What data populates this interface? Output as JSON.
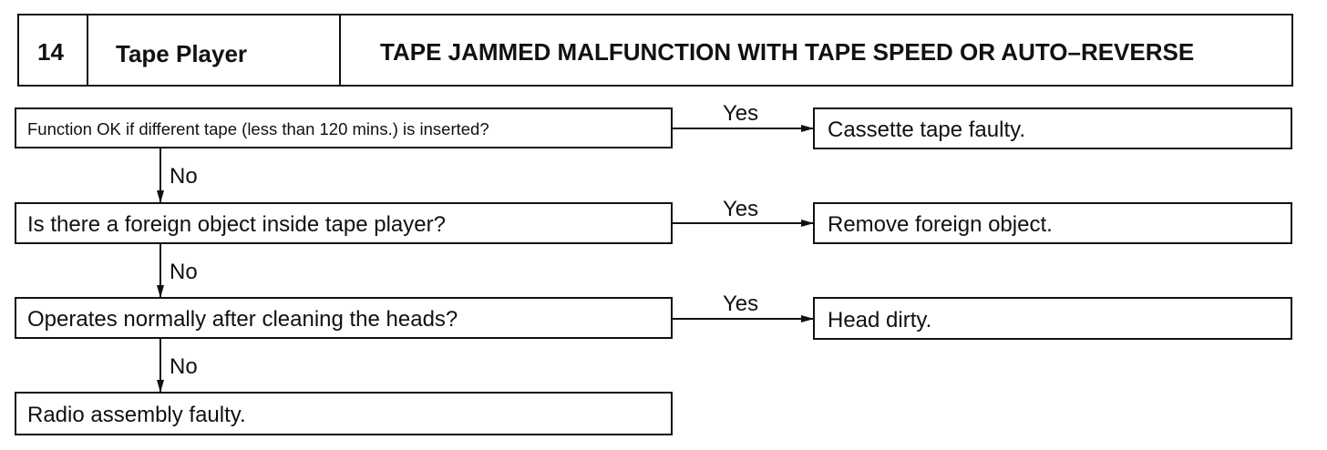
{
  "header": {
    "number": "14",
    "section": "Tape Player",
    "title": "TAPE JAMMED MALFUNCTION WITH TAPE SPEED OR AUTO–REVERSE"
  },
  "flow": {
    "questions": [
      "Function OK if different tape (less than 120 mins.) is inserted?",
      "Is there a foreign object inside tape player?",
      "Operates normally after cleaning the heads?"
    ],
    "results": [
      "Cassette tape faulty.",
      "Remove foreign object.",
      "Head dirty."
    ],
    "final_result": "Radio assembly faulty.",
    "yes_label": "Yes",
    "no_label": "No"
  }
}
